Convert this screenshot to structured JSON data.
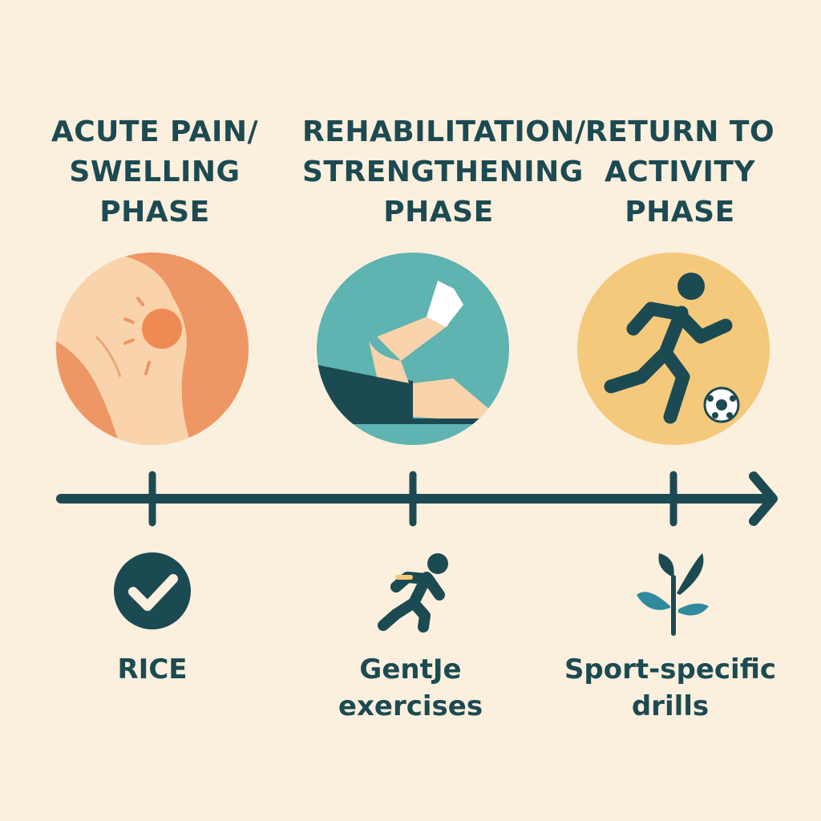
{
  "colors": {
    "background": "#FBEFDD",
    "text": "#1C4A52",
    "dark_teal": "#1C4A52",
    "orange": "#EE9664",
    "skin": "#F8D3AC",
    "teal": "#5FB3B0",
    "yellow": "#F5C97B",
    "leaf_blue": "#2F8A9E"
  },
  "phases": [
    {
      "title_lines": [
        "ACUTE PAIN/",
        "SWELLING",
        "PHASE"
      ],
      "icon": "swollen-knee-icon",
      "marker_icon": "checkmark-circle-icon",
      "caption_lines": [
        "RICE"
      ]
    },
    {
      "title_lines": [
        "REHABILITATION/",
        "STRENGTHENING",
        "PHASE"
      ],
      "icon": "leg-raise-exercise-icon",
      "marker_icon": "walking-person-icon",
      "caption_lines": [
        "GentJe",
        "exercises"
      ]
    },
    {
      "title_lines": [
        "RETURN TO",
        "ACTIVITY",
        "PHASE"
      ],
      "icon": "running-soccer-player-icon",
      "marker_icon": "sprouting-plant-icon",
      "caption_lines": [
        "Sport-specific",
        "drills"
      ]
    }
  ],
  "timeline": {
    "icon": "timeline-arrow-icon",
    "tick_count": 3
  }
}
